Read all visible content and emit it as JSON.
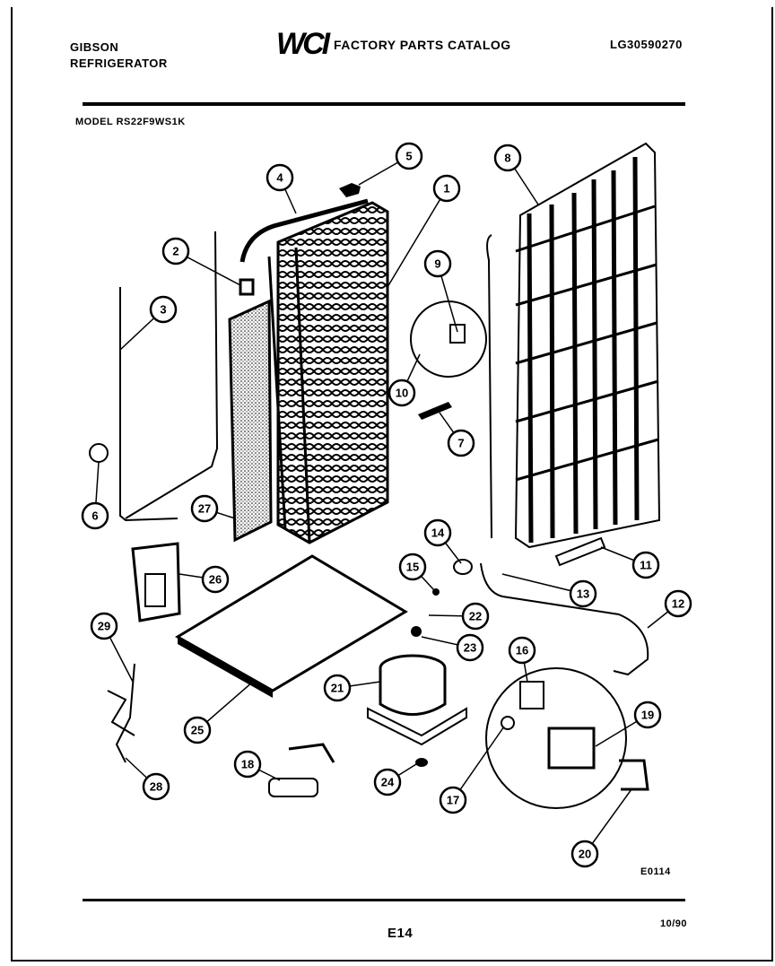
{
  "header": {
    "brand_line1": "GIBSON",
    "brand_line2": "REFRIGERATOR",
    "logo_text": "WCI",
    "catalog_title": "FACTORY PARTS CATALOG",
    "part_number": "LG30590270",
    "model": "MODEL RS22F9WS1K"
  },
  "footer": {
    "diagram_code": "E0114",
    "page": "E14",
    "date": "10/90"
  },
  "callouts": [
    "1",
    "2",
    "3",
    "4",
    "5",
    "6",
    "7",
    "8",
    "9",
    "10",
    "11",
    "12",
    "13",
    "14",
    "15",
    "16",
    "17",
    "18",
    "19",
    "20",
    "21",
    "22",
    "23",
    "24",
    "25",
    "26",
    "27",
    "28",
    "29"
  ]
}
